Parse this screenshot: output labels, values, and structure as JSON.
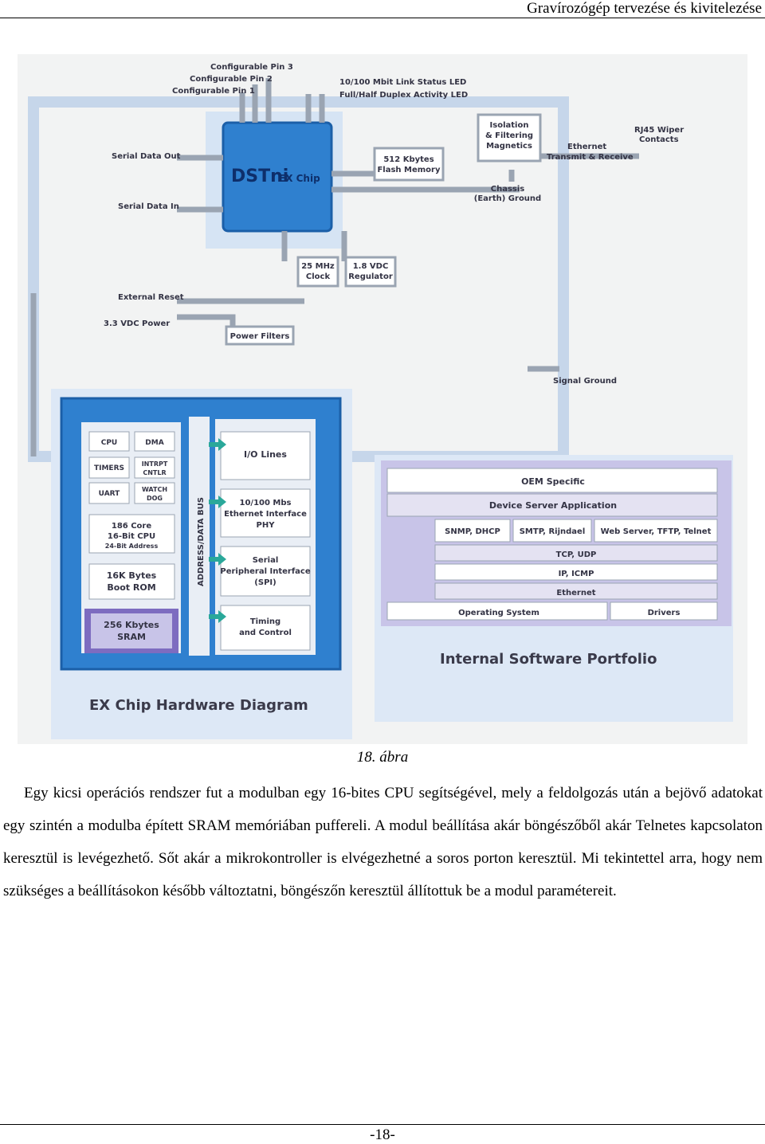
{
  "header": {
    "title": "Gravírozógép tervezése és kivitelezése"
  },
  "figure": {
    "top": {
      "config_pin3": "Configurable Pin 3",
      "config_pin2": "Configurable Pin 2",
      "config_pin1": "Configurable Pin 1",
      "link_led": "10/100 Mbit Link Status LED",
      "duplex_led": "Full/Half Duplex Activity LED",
      "serial_out": "Serial Data Out",
      "serial_in": "Serial Data In",
      "chip_name": "DSTni",
      "chip_suffix": "EX Chip",
      "flash_l1": "512 Kbytes",
      "flash_l2": "Flash Memory",
      "iso_l1": "Isolation",
      "iso_l2": "& Filtering",
      "iso_l3": "Magnetics",
      "eth_l1": "Ethernet",
      "eth_l2": "Transmit & Receive",
      "rj45_l1": "RJ45 Wiper",
      "rj45_l2": "Contacts",
      "chassis_l1": "Chassis",
      "chassis_l2": "(Earth) Ground",
      "clock_l1": "25 MHz",
      "clock_l2": "Clock",
      "reg_l1": "1.8 VDC",
      "reg_l2": "Regulator",
      "ext_reset": "External Reset",
      "power": "3.3 VDC Power",
      "power_filters": "Power Filters",
      "signal_ground": "Signal Ground"
    },
    "hardware": {
      "cpu": "CPU",
      "dma": "DMA",
      "timers": "TIMERS",
      "intrpt_l1": "INTRPT",
      "intrpt_l2": "CNTLR",
      "uart": "UART",
      "watch_l1": "WATCH",
      "watch_l2": "DOG",
      "core_l1": "186 Core",
      "core_l2": "16-Bit CPU",
      "core_l3": "24-Bit Address",
      "rom_l1": "16K Bytes",
      "rom_l2": "Boot ROM",
      "sram_l1": "256 Kbytes",
      "sram_l2": "SRAM",
      "bus": "ADDRESS/DATA BUS",
      "io": "I/O Lines",
      "phy_l1": "10/100 Mbs",
      "phy_l2": "Ethernet Interface",
      "phy_l3": "PHY",
      "spi_l1": "Serial",
      "spi_l2": "Peripheral Interface",
      "spi_l3": "(SPI)",
      "timing_l1": "Timing",
      "timing_l2": "and Control",
      "title": "EX Chip Hardware Diagram"
    },
    "software": {
      "oem": "OEM Specific",
      "app": "Device Server Application",
      "snmp": "SNMP, DHCP",
      "smtp": "SMTP, Rijndael",
      "web": "Web Server, TFTP, Telnet",
      "tcp": "TCP, UDP",
      "ip": "IP, ICMP",
      "eth": "Ethernet",
      "os": "Operating System",
      "drivers": "Drivers",
      "title": "Internal Software Portfolio"
    }
  },
  "caption": "18. ábra",
  "paragraph": "Egy kicsi operációs rendszer fut a modulban egy 16-bites CPU segítségével, mely a feldolgozás után a bejövő adatokat egy szintén a modulba épített SRAM memóriában puffereli. A modul beállítása akár böngészőből akár Telnetes kapcsolaton keresztül is levégezhető. Sőt akár a mikrokontroller is elvégezhetné a soros porton keresztül. Mi tekintettel arra, hogy nem szükséges a beállításokon később változtatni, böngészőn keresztül állítottuk be a modul paramétereit.",
  "footer": {
    "page_number": "-18-"
  },
  "colors": {
    "chip_blue": "#2f80cf",
    "panel_blue": "#dde8f6",
    "lavender": "#c8c4e8",
    "purple": "#7d6cc0",
    "line": "#9aa4b2"
  }
}
